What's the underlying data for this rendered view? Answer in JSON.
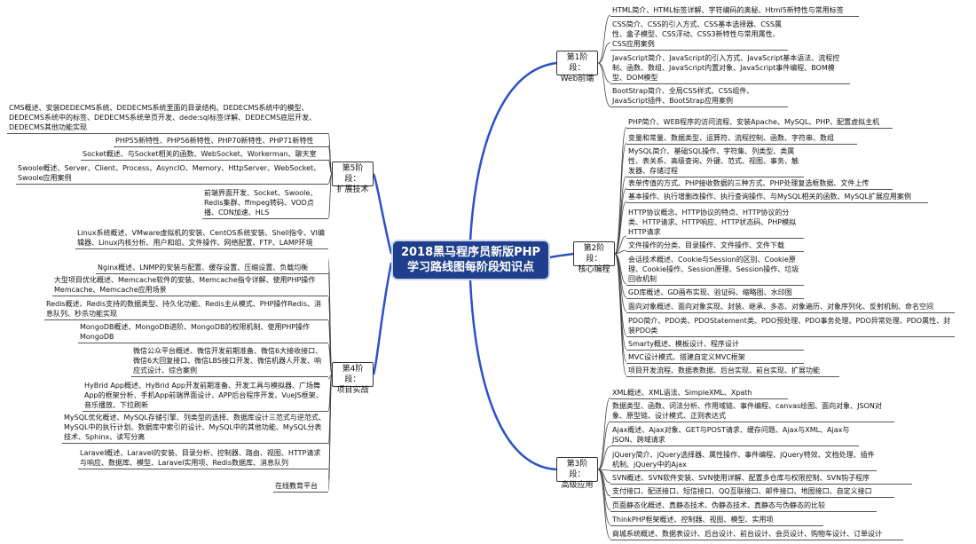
{
  "center": {
    "line1": "2018黑马程序员新版PHP",
    "line2": "学习路线图每阶段知识点"
  },
  "stages": {
    "s1": "第1阶段：\nWeb前端",
    "s2": "第2阶段：\n核心编程",
    "s3": "第3阶段：\n高级应用",
    "s4": "第4阶段：\n项目实战",
    "s5": "第5阶段：\n扩展技术"
  },
  "s1_items": [
    "HTML简介、HTML标签详解、字符编码的奥秘、Html5新特性与常用标签",
    "CSS简介、CSS的引入方式、CSS基本选择器、CSS属性、盒子模型、CSS浮动、CSS3新特性与常用属性、CSS应用案例",
    "JavaScript简介、JavaScript的引入方式、JavaScript基本语法、流程控制、函数、数组、JavaScript内置对象、JavaScript事件编程、BOM模型、DOM模型",
    "BootStrap简介、全局CSS样式、CSS组件、JavaScript插件、BootStrap应用案例"
  ],
  "s2_items": [
    "PHP简介、WEB程序的访问流程、安装Apache、MySQL、PHP、配置虚拟主机",
    "变量和常量、数据类型、运算符、流程控制、函数、字符串、数组",
    "MySQL简介、基础SQL操作、字符集、列类型、类属性、表关系、高级查询、外键、范式、视图、事务、触发器、存储过程",
    "表单传值的方式、PHP接收数据的三种方式、PHP处理复选框数据、文件上传",
    "基本操作、执行增删改操作、执行查询操作、与MySQL相关的函数、MySQL扩展应用案例",
    "HTTP协议概念、HTTP协议的特点、HTTP协议的分类、HTTP请求、HTTP响应、HTTP状态码、PHP模拟HTTP请求",
    "文件操作的分类、目录操作、文件操作、文件下载",
    "会话技术概述、Cookie与Session的区别、Cookie原理、Cookie操作、Session原理、Session操作、垃圾回收机制",
    "GD库概述、GD画布实现、验证码、缩略图、水印图",
    "面向对象概述、面向对象实现、封装、继承、多态、对象遍历、对象序列化、反射机制、命名空间",
    "PDO简介、PDO类、PDOStatement类、PDO预处理、PDO事务处理、PDO异常处理、PDO属性、封装PDO类",
    "Smarty概述、模板设计、程序设计",
    "MVC设计模式、搭建自定义MVC框架",
    "项目开发流程、数据表数据、后台实现、前台实现、扩展功能"
  ],
  "s3_items": [
    "XML概述、XML语法、SimpleXML、Xpath",
    "数据类型、函数、词法分析、作用域链、事件编程、canvas绘图、面向对象、JSON对象、原型链、设计模式、正则表达式",
    "Ajax概述、Ajax对象、GET与POST请求、缓存问题、Ajax与XML、Ajax与JSON、跨域请求",
    "jQuery简介、jQuery选择器、属性操作、事件编程、jQuery特效、文档处理、插件机制、jQuery中的Ajax",
    "SVN概述、SVN软件安装、SVN使用详解、配置多仓库与权限控制、SVN钩子程序",
    "支付接口、配送接口、短信接口、QQ互联接口、邮件接口、地图接口、自定义接口",
    "页面静态化概述、真静态技术、伪静态技术、真静态与伪静态的比较",
    "ThinkPHP框架概述、控制器、视图、模型、实用项",
    "商城系统概述、数据表设计、后台设计、前台设计、会员设计、购物车设计、订单设计"
  ],
  "s4_items": [
    "Linux系统概述、VMware虚拟机的安装、CentOS系统安装、Shell指令、VI编辑器、Linux内核分析、用户和组、文件操作、网络配置、FTP、LAMP环境",
    "Nginx概述、LNMP的安装与配置、缓存设置、压缩设置、负载均衡",
    "大型项目优化概述、Memcache软件的安装、Memcache指令详解、使用PHP操作Memcache、Memcache应用场景",
    "Redis概述、Redis支持的数据类型、持久化功能、Redis主从模式、PHP操作Redis、消息队列、秒杀功能实现",
    "MongoDB概述、MongoDB进阶、MongoDB的权限机制、使用PHP操作MongoDB",
    "微信公众平台概述、微信开发前期准备、微信6大接收接口、微信6大回复接口、微信LBS接口开发、微信机器人开发、响应式设计、综合案例",
    "HyBrid App概述、HyBrid App开发前期准备、开发工具与模拟器、广场舞App的框架分析、手机App前端界面设计、APP后台程序开发、VueJS框架、音乐播放、下拉刷新",
    "MySQL优化概述、MySQL存储引擎、列类型的选择、数据库设计三范式与逆范式、MySQL中的执行计划、数据库中索引的设计、MySQL中的其他功能、MySQL分表技术、Sphinx、读写分离",
    "Laravel概述、Laravel的安装、目录分析、控制器、路由、视图、HTTP请求与响应、数据库、模型、Laravel实用项、Redis数据库、消息队列",
    "在线教育平台"
  ],
  "s5_items": [
    "CMS概述、安装DEDECMS系统、DEDECMS系统里面的目录结构、DEDECMS系统中的模型、DEDECMS系统中的标签、DEDECMS系统单页开发、dede:sql标签详解、DEDECMS底层开发、DEDECMS其他功能实现",
    "PHP55新特性、PHP56新特性、PHP70新特性、PHP71新特性",
    "Socket概述、与Socket相关的函数、WebSocket、Workerman、聊天室",
    "Swoole概述、Server、Client、Process、AsyncIO、Memory、HttpServer、WebSocket、Swoole应用案例",
    "前端界面开发、Socket、Swoole、Redis集群、ffmpeg转码、VOD点播、CDN加速、HLS"
  ],
  "colors": {
    "center_bg": "#1f3f8c",
    "connector": "#2a52c9",
    "node_line": "#555555"
  }
}
